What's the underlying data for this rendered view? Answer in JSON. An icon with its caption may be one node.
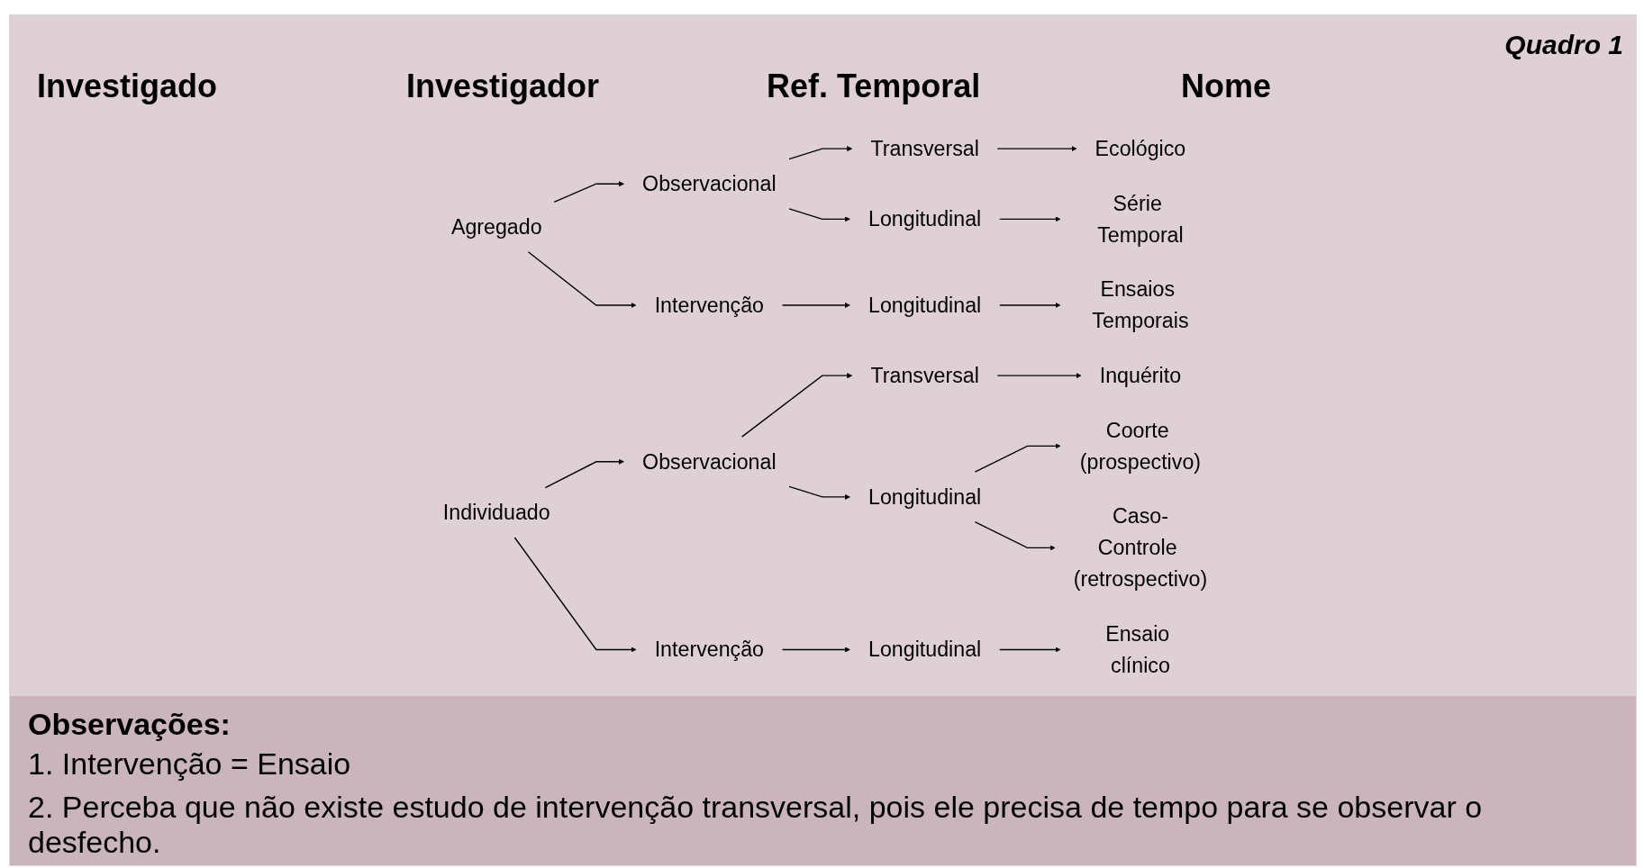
{
  "diagram": {
    "title": "Quadro 1",
    "nodes": [
      {
        "text": [
          "Agregado"
        ]
      },
      {
        "text": [
          "Observacional"
        ]
      },
      {
        "text": [
          "Intervenção"
        ]
      },
      {
        "text": [
          "Transversal"
        ]
      },
      {
        "text": [
          "Longitudinal"
        ]
      },
      {
        "text": [
          "Longitudinal"
        ]
      },
      {
        "text": [
          "Ecológico"
        ]
      },
      {
        "text": [
          "Série Temporal"
        ]
      },
      {
        "text": [
          "Ensaios Temporais"
        ]
      },
      {
        "text": [
          "Individuado"
        ]
      },
      {
        "text": [
          "Observacional"
        ]
      },
      {
        "text": [
          "Intervenção"
        ]
      },
      {
        "text": [
          "Transversal"
        ]
      },
      {
        "text": [
          "Longitudinal"
        ]
      },
      {
        "text": [
          "Longitudinal"
        ]
      },
      {
        "text": [
          "Inquérito"
        ]
      },
      {
        "text": [
          "Coorte (prospectivo)"
        ]
      },
      {
        "text": [
          "Caso-Controle (retrospectivo)"
        ]
      },
      {
        "text": [
          "Ensaio clínico"
        ]
      }
    ],
    "edges": [
      {
        "from": 0,
        "to": 1,
        "arrow": "to"
      },
      {
        "from": 0,
        "to": 2,
        "arrow": "to"
      },
      {
        "from": 1,
        "to": 3,
        "arrow": "to"
      },
      {
        "from": 1,
        "to": 4,
        "arrow": "to"
      },
      {
        "from": 2,
        "to": 5,
        "arrow": "to"
      },
      {
        "from": 3,
        "to": 6,
        "arrow": "to"
      },
      {
        "from": 4,
        "to": 7,
        "arrow": "to"
      },
      {
        "from": 5,
        "to": 8,
        "arrow": "to"
      },
      {
        "from": 9,
        "to": 10,
        "arrow": "to"
      },
      {
        "from": 9,
        "to": 11,
        "arrow": "to"
      },
      {
        "from": 10,
        "to": 12,
        "arrow": "to"
      },
      {
        "from": 10,
        "to": 13,
        "arrow": "to"
      },
      {
        "from": 11,
        "to": 14,
        "arrow": "to"
      },
      {
        "from": 12,
        "to": 15,
        "arrow": "to"
      },
      {
        "from": 13,
        "to": 16,
        "arrow": "to"
      },
      {
        "from": 13,
        "to": 17,
        "arrow": "to"
      },
      {
        "from": 14,
        "to": 18,
        "arrow": "to"
      }
    ],
    "labels": [
      "Investigado",
      "Investigador",
      "Ref. Temporal",
      "Nome",
      "Observações:",
      "1. Intervenção = Ensaio",
      "2. Perceba que não existe estudo de intervenção transversal, pois ele precisa de tempo para se observar o desfecho."
    ]
  }
}
